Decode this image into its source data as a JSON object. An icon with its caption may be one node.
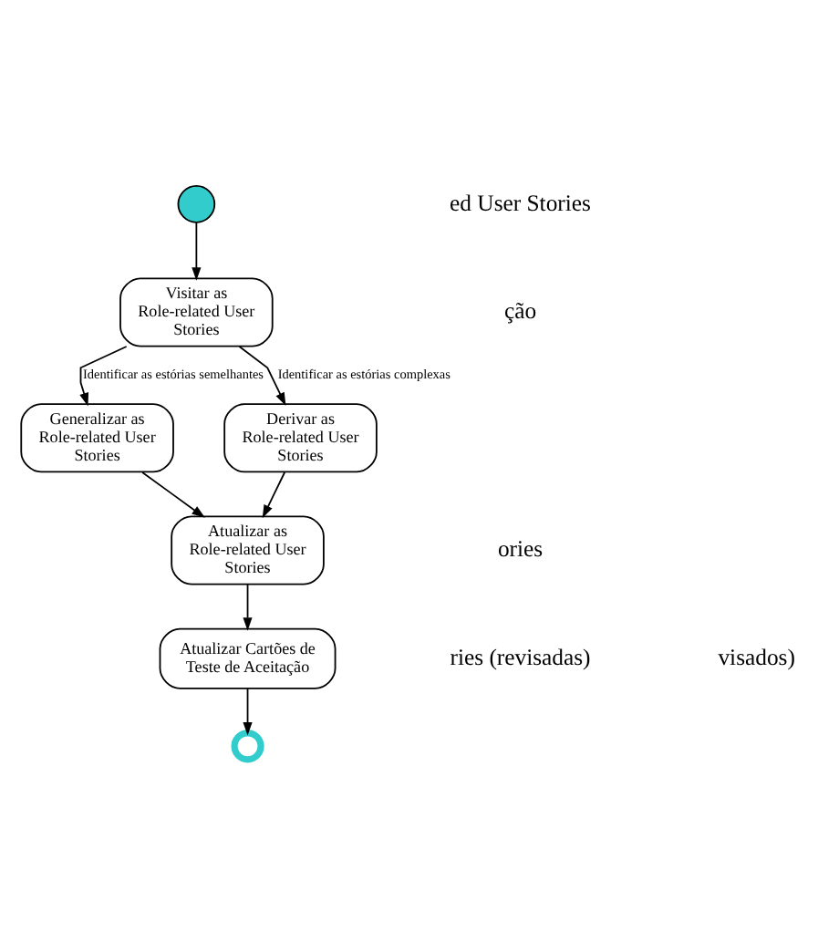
{
  "diagram": {
    "nodes": [
      {
        "text": [],
        "shape": "circle"
      },
      {
        "text": [
          "Visitar as Role-related User Stories"
        ]
      },
      {
        "text": [
          "Generalizar as Role-related User Stories"
        ]
      },
      {
        "text": [
          "Derivar as Role-related User Stories"
        ]
      },
      {
        "text": [
          "Atualizar as Role-related User Stories"
        ]
      },
      {
        "text": [
          "Atualizar Cartões de Teste de Aceitação"
        ]
      },
      {
        "text": [],
        "shape": "circle"
      }
    ],
    "edges": [
      {
        "from": 0,
        "to": 1,
        "arrow": "to"
      },
      {
        "from": 1,
        "to": 2,
        "arrow": "to",
        "label": "Identificar as estórias semelhantes"
      },
      {
        "from": 1,
        "to": 3,
        "arrow": "to",
        "label": "Identificar as estórias complexas"
      },
      {
        "from": 2,
        "to": 4,
        "arrow": "to"
      },
      {
        "from": 3,
        "to": 4,
        "arrow": "to"
      },
      {
        "from": 4,
        "to": 5,
        "arrow": "to"
      },
      {
        "from": 5,
        "to": 6,
        "arrow": "to"
      }
    ],
    "labels": [
      "ed User Stories",
      "ção",
      "ories",
      "ries (revisadas)",
      "visados)"
    ]
  }
}
